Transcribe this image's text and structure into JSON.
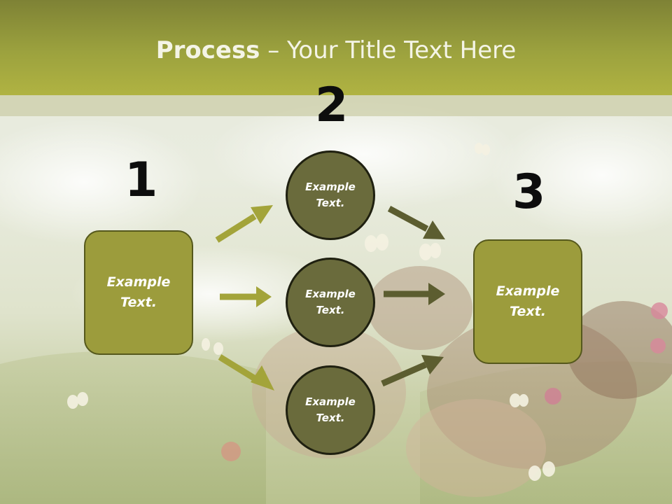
{
  "title": {
    "bold": "Process",
    "rest": " – Your Title Text Here"
  },
  "steps": [
    {
      "number": "1",
      "text": "Example Text."
    },
    {
      "number": "2",
      "text": "Example Text."
    },
    {
      "number": "3",
      "text": "Example Text."
    }
  ],
  "circles": [
    {
      "text": "Example Text."
    },
    {
      "text": "Example Text."
    },
    {
      "text": "Example Text."
    }
  ],
  "colors": {
    "header": "#9ca23e",
    "box_fill": "#9c9c3c",
    "circle_fill": "#6a6b3c",
    "arrow_light": "#a3a43a",
    "arrow_dark": "#5c5d30"
  }
}
